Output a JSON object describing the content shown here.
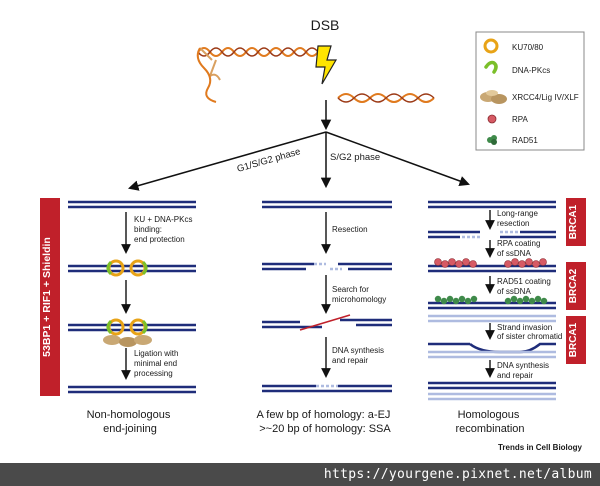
{
  "diagram": {
    "title": "DSB",
    "branches": {
      "left": "G1/S/G2 phase",
      "middle": "S/G2 phase"
    },
    "legend": [
      {
        "label": "KU70/80",
        "icon": "ku-ring-icon"
      },
      {
        "label": "DNA-PKcs",
        "icon": "dnapkcs-icon"
      },
      {
        "label": "XRCC4/Lig IV/XLF",
        "icon": "xrcc4-complex-icon"
      },
      {
        "label": "RPA",
        "icon": "rpa-icon"
      },
      {
        "label": "RAD51",
        "icon": "rad51-icon"
      }
    ],
    "side_bar_label": "53BP1 + RIF1 + Shieldin",
    "nhej": {
      "step1": [
        "KU + DNA-PKcs",
        "binding:",
        "end protection"
      ],
      "step2": [
        "Ligation with",
        "minimal end",
        "processing"
      ],
      "caption": [
        "Non-homologous",
        "end-joining"
      ]
    },
    "mmej": {
      "step1": [
        "Resection"
      ],
      "step2": [
        "Search for",
        "microhomology"
      ],
      "step3": [
        "DNA synthesis",
        "and repair"
      ],
      "caption": [
        "A few bp of homology: a-EJ",
        ">~20 bp of homology: SSA"
      ]
    },
    "hr": {
      "step1": [
        "Long-range",
        "resection"
      ],
      "step2": [
        "RPA coating",
        "of ssDNA"
      ],
      "step3": [
        "RAD51 coating",
        "of ssDNA"
      ],
      "step4": [
        "Strand invasion",
        "of sister chromatid"
      ],
      "step5": [
        "DNA synthesis",
        "and repair"
      ],
      "caption": [
        "Homologous",
        "recombination"
      ],
      "tags": [
        "BRCA1",
        "BRCA2",
        "BRCA1"
      ]
    },
    "journal": "Trends in Cell Biology"
  },
  "footer": {
    "url": "https://yourgene.pixnet.net/album"
  },
  "colors": {
    "dna": "#1f2d7a",
    "dna_light": "#aebbe0",
    "red_tag": "#c0202a",
    "rpa": "#d65a64",
    "rad51": "#3f8a4a",
    "ku": "#e8a317",
    "dnapkcs": "#7bbf2a",
    "xrcc4": "#c9a874"
  }
}
